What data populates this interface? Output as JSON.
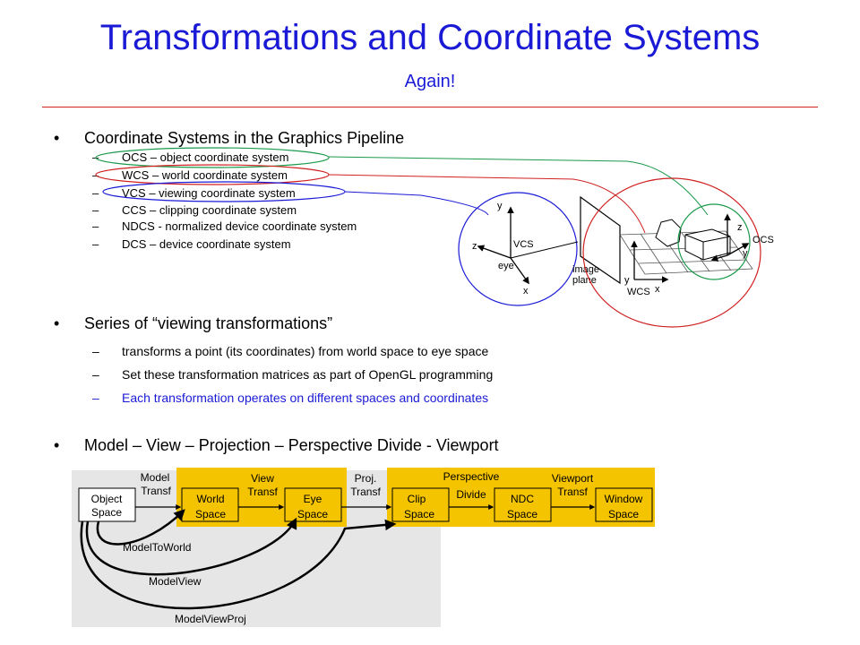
{
  "slide": {
    "title": "Transformations and Coordinate Systems",
    "subtitle": "Again!"
  },
  "bullets": [
    {
      "text": "Coordinate Systems in the Graphics Pipeline",
      "subs": [
        "OCS – object coordinate system",
        "WCS – world coordinate system",
        "VCS – viewing coordinate system",
        "CCS – clipping coordinate system",
        "NDCS - normalized device coordinate system",
        "DCS – device coordinate system"
      ]
    },
    {
      "text": "Series of “viewing transformations”",
      "subs": [
        "transforms a point (its coordinates) from world space to eye space",
        "Set these transformation matrices as part of OpenGL programming",
        "Each transformation operates on different spaces and coordinates"
      ]
    },
    {
      "text": "Model – View – Projection – Perspective Divide - Viewport"
    }
  ],
  "bullet_marker": "•",
  "dash_marker": "–",
  "scene": {
    "vcs_labels": {
      "y": "y",
      "z": "z",
      "x": "x",
      "vcs": "VCS",
      "eye": "eye"
    },
    "image_plane": [
      "image",
      "plane"
    ],
    "wcs_labels": {
      "y": "y",
      "x": "x",
      "wcs": "WCS"
    },
    "ocs_labels": {
      "z": "z",
      "y": "y",
      "ocs": "OCS"
    }
  },
  "pipeline": {
    "boxes": [
      [
        "Object",
        "Space"
      ],
      [
        "World",
        "Space"
      ],
      [
        "Eye",
        "Space"
      ],
      [
        "Clip",
        "Space"
      ],
      [
        "NDC",
        "Space"
      ],
      [
        "Window",
        "Space"
      ]
    ],
    "steps": [
      [
        "Model",
        "Transf"
      ],
      [
        "View",
        "Transf"
      ],
      [
        "Proj.",
        "Transf"
      ],
      [
        "Perspective",
        "Divide"
      ],
      [
        "Viewport",
        "Transf"
      ]
    ],
    "combined": [
      "ModelToWorld",
      "ModelView",
      "ModelViewProj"
    ]
  },
  "colors": {
    "title": "#1a1ad6",
    "rule": "#d02020",
    "ocs_ellipse": "#1a9a4a",
    "wcs_ellipse": "#d02020",
    "vcs_ellipse": "#1a1ad6",
    "pipeline_band": "#f5c400"
  }
}
